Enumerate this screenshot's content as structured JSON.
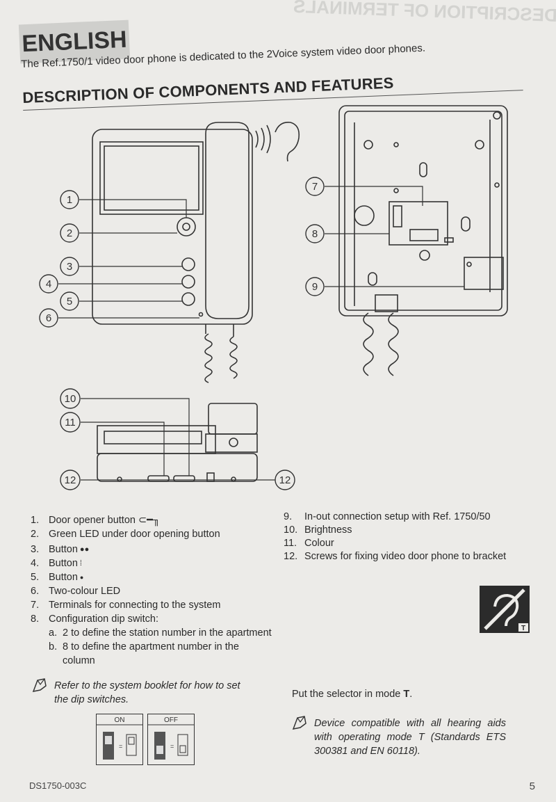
{
  "header": {
    "language": "ENGLISH",
    "intro": "The Ref.1750/1 video door phone is dedicated to the 2Voice system video door phones.",
    "section_title": "DESCRIPTION OF COMPONENTS AND FEATURES"
  },
  "callouts": [
    "1",
    "2",
    "3",
    "4",
    "5",
    "6",
    "7",
    "8",
    "9",
    "10",
    "11",
    "12",
    "12"
  ],
  "components_left": [
    {
      "num": "1.",
      "text": "Door opener button"
    },
    {
      "num": "2.",
      "text": "Green LED under door opening button"
    },
    {
      "num": "3.",
      "text": "Button"
    },
    {
      "num": "4.",
      "text": "Button"
    },
    {
      "num": "5.",
      "text": "Button"
    },
    {
      "num": "6.",
      "text": "Two-colour LED"
    },
    {
      "num": "7.",
      "text": "Terminals for connecting to the system"
    },
    {
      "num": "8.",
      "text": "Configuration dip switch:"
    }
  ],
  "dip_subitems": [
    {
      "num": "a.",
      "text": "2 to define the station number in the apartment"
    },
    {
      "num": "b.",
      "text": "8 to define the apartment number in the column"
    }
  ],
  "components_right": [
    {
      "num": "9.",
      "text": "In-out connection setup with Ref. 1750/50"
    },
    {
      "num": "10.",
      "text": "Brightness"
    },
    {
      "num": "11.",
      "text": "Colour"
    },
    {
      "num": "12.",
      "text": "Screws for fixing video door phone to bracket"
    }
  ],
  "notes": {
    "dip_note": "Refer to the system booklet for how to set the dip switches.",
    "selector_prefix": "Put the selector in mode ",
    "selector_mode": "T",
    "selector_suffix": ".",
    "hearing_note": "Device compatible with all hearing aids with operating mode T (Standards ETS 300381 and EN 60118)."
  },
  "dip_labels": {
    "on": "ON",
    "off": "OFF"
  },
  "hearing_icon_label": "T",
  "selector_label": "T",
  "footer": {
    "doc_code": "DS1750-003C",
    "page": "5"
  },
  "colors": {
    "paper": "#ecebe8",
    "ink": "#2a2a2a",
    "tab": "#cfcfcc"
  }
}
